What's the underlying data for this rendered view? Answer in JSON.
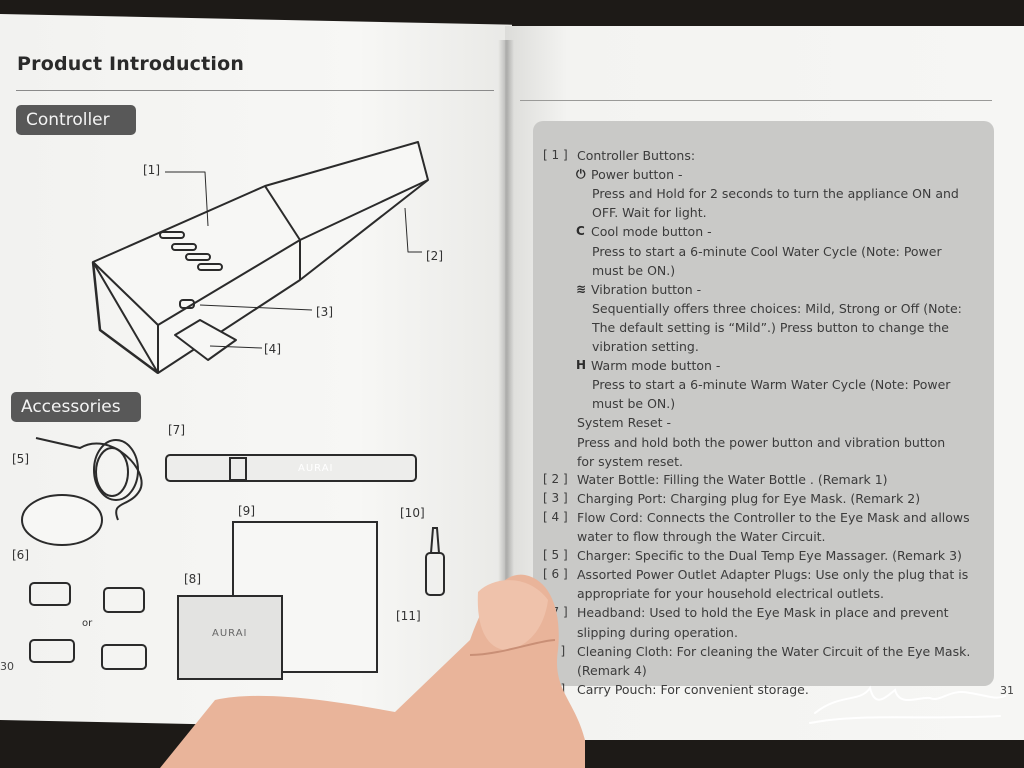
{
  "left_page": {
    "title": "Product Introduction",
    "section_controller": "Controller",
    "section_accessories": "Accessories",
    "page_number": "30",
    "callouts": {
      "c1": "[1]",
      "c2": "[2]",
      "c3": "[3]",
      "c4": "[4]",
      "c5": "[5]",
      "c6": "[6]",
      "c7": "[7]",
      "c8": "[8]",
      "c9": "[9]",
      "c10": "[10]",
      "c11": "[11]"
    },
    "or_label": "or",
    "brand_headband": "AURAI",
    "brand_pouch": "AURAI"
  },
  "right_page": {
    "page_number": "31",
    "items": [
      {
        "num": "[ 1 ]",
        "text": "Controller Buttons:"
      },
      {
        "glyph": "power-icon",
        "text": "Power button -"
      },
      {
        "text": "Press and Hold for 2 seconds to turn the appliance ON and"
      },
      {
        "text": "OFF. Wait for light."
      },
      {
        "glyph_text": "C",
        "text": "Cool mode button -"
      },
      {
        "text": "Press to start a 6-minute Cool Water Cycle (Note: Power"
      },
      {
        "text": "must be ON.)"
      },
      {
        "glyph": "vibration-icon",
        "text": "Vibration button -"
      },
      {
        "text": "Sequentially offers three choices: Mild, Strong or Off (Note:"
      },
      {
        "text": "The default setting is “Mild”.) Press button to change the"
      },
      {
        "text": "vibration setting."
      },
      {
        "glyph_text": "H",
        "text": "Warm mode button -"
      },
      {
        "text": "Press to start a 6-minute Warm Water Cycle (Note: Power"
      },
      {
        "text": "must be ON.)"
      },
      {
        "text": "System Reset -"
      },
      {
        "text": "Press and hold both the power button and vibration button"
      },
      {
        "text": "for system reset."
      },
      {
        "num": "[ 2 ]",
        "text": "Water Bottle: Filling the Water Bottle . (Remark 1)"
      },
      {
        "num": "[ 3 ]",
        "text": "Charging Port: Charging plug for Eye Mask. (Remark 2)"
      },
      {
        "num": "[ 4 ]",
        "text": "Flow Cord: Connects the Controller to the Eye Mask and allows"
      },
      {
        "text": "water to flow through the Water Circuit."
      },
      {
        "num": "[ 5 ]",
        "text": "Charger: Specific to the Dual Temp Eye Massager. (Remark 3)"
      },
      {
        "num": "[ 6 ]",
        "text": "Assorted Power Outlet Adapter Plugs: Use only the plug that is"
      },
      {
        "text": "appropriate for your household electrical outlets."
      },
      {
        "num": "[ 7 ]",
        "text": "Headband: Used to hold the Eye Mask in place and prevent"
      },
      {
        "text": "slipping during operation."
      },
      {
        "num": "8 ]",
        "text": "Cleaning Cloth: For cleaning the Water Circuit of the Eye Mask."
      },
      {
        "text": "(Remark 4)"
      },
      {
        "num": "9 ]",
        "text": "Carry Pouch: For convenient storage."
      }
    ]
  },
  "colors": {
    "tag_bg": "#585858",
    "panel_bg": "#c9c9c7",
    "page_bg": "#f5f5f3",
    "skin": "#e9b49a"
  }
}
